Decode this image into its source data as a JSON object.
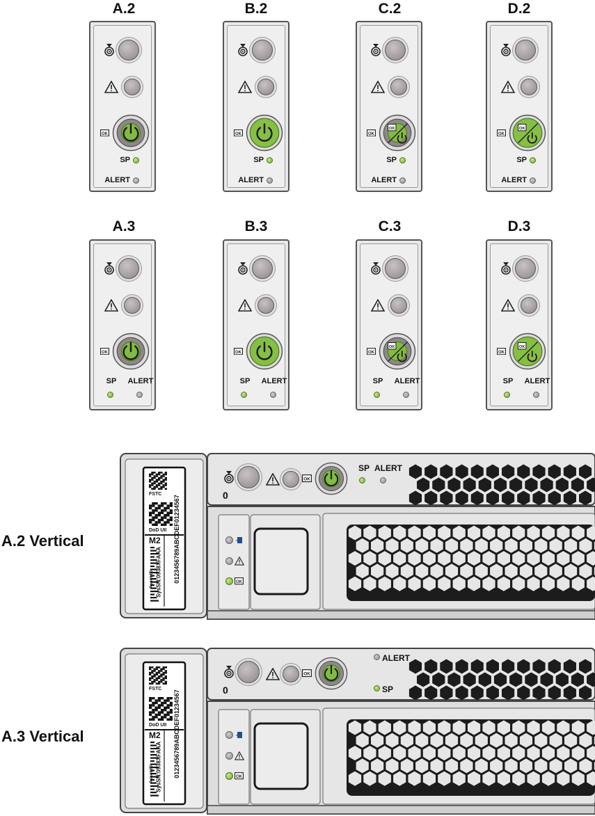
{
  "panels_row_2": [
    {
      "label": "A.2",
      "power_state": "ring",
      "sp_label": "SP",
      "alert_label": "ALERT"
    },
    {
      "label": "B.2",
      "power_state": "full",
      "sp_label": "SP",
      "alert_label": "ALERT"
    },
    {
      "label": "C.2",
      "power_state": "split-ring",
      "sp_label": "SP",
      "alert_label": "ALERT"
    },
    {
      "label": "D.2",
      "power_state": "split-full",
      "sp_label": "SP",
      "alert_label": "ALERT"
    }
  ],
  "panels_row_3": [
    {
      "label": "A.3",
      "power_state": "ring",
      "sp_label": "SP",
      "alert_label": "ALERT"
    },
    {
      "label": "B.3",
      "power_state": "full",
      "sp_label": "SP",
      "alert_label": "ALERT"
    },
    {
      "label": "C.3",
      "power_state": "split-ring",
      "sp_label": "SP",
      "alert_label": "ALERT"
    },
    {
      "label": "D.3",
      "power_state": "split-full",
      "sp_label": "SP",
      "alert_label": "ALERT"
    }
  ],
  "icons": {
    "locator": "locator-icon",
    "warning": "warning-icon",
    "ok": "ok-icon",
    "power": "power-icon"
  },
  "colors": {
    "led_green": "#7ab63a",
    "led_gray": "#9a9a9a",
    "panel_bg": "#ececec",
    "border": "#555555",
    "grille": "#1c1c1c"
  },
  "verticals": [
    {
      "label": "A.2 Vertical",
      "slot_number": "0",
      "sp_label": "SP",
      "alert_label": "ALERT",
      "tag": {
        "fstc": "FSTC",
        "dod": "DoD UII",
        "model": "M2",
        "sysid": "SysSN:0938XFAAA",
        "asset_label": "Asset ID:",
        "asset_id": "0123456789ABCDEF01234567"
      },
      "drive_ok": "OK"
    },
    {
      "label": "A.3 Vertical",
      "slot_number": "0",
      "sp_label": "SP",
      "alert_label": "ALERT",
      "tag": {
        "fstc": "FSTC",
        "dod": "DoD UII",
        "model": "M2",
        "sysid": "SysSN:0938XFAAA",
        "asset_label": "Asset ID:",
        "asset_id": "0123456789ABCDEF01234567"
      },
      "drive_ok": "OK"
    }
  ]
}
